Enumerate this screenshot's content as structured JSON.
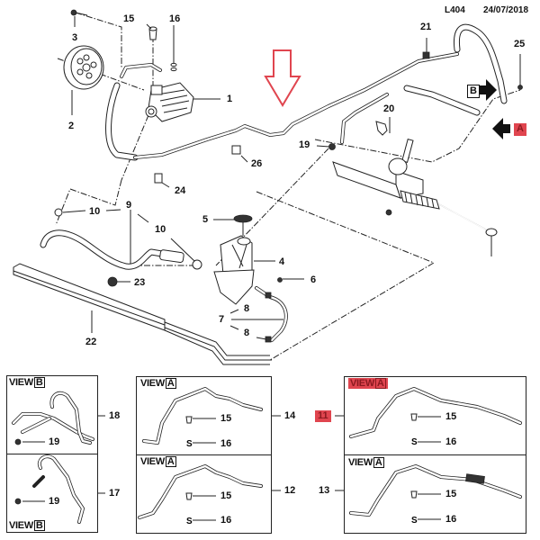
{
  "header": {
    "diagram_code": "L404",
    "date": "24/07/2018"
  },
  "accent_colors": {
    "highlight": "#e0454f",
    "highlight_text": "#8a1a20",
    "arrow_outline": "#e0454f",
    "line": "#222222"
  },
  "main_diagram": {
    "title": "Power steering system exploded view",
    "callouts": {
      "c1": "1",
      "c2": "2",
      "c3": "3",
      "c4": "4",
      "c5": "5",
      "c6": "6",
      "c7": "7",
      "c8a": "8",
      "c8b": "8",
      "c9": "9",
      "c10a": "10",
      "c10b": "10",
      "c15": "15",
      "c16": "16",
      "c19": "19",
      "c20": "20",
      "c21": "21",
      "c22": "22",
      "c23": "23",
      "c24": "24",
      "c25": "25",
      "c26": "26"
    },
    "view_markers": {
      "b": "B",
      "a": "A"
    },
    "parts": [
      {
        "id": "pump",
        "name": "power-steering-pump"
      },
      {
        "id": "pulley",
        "name": "pump-pulley"
      },
      {
        "id": "reservoir",
        "name": "fluid-reservoir"
      },
      {
        "id": "cap",
        "name": "reservoir-cap"
      },
      {
        "id": "cooler",
        "name": "fluid-cooler"
      },
      {
        "id": "rack",
        "name": "steering-rack"
      }
    ],
    "highlight_arrow": "down-arrow-indicator"
  },
  "views": [
    {
      "id": "view-b-18",
      "title_word": "VIEW",
      "title_letter": "B",
      "part_number": "18",
      "sub_parts": [
        "19"
      ],
      "highlighted": false
    },
    {
      "id": "view-b-17",
      "title_word": "VIEW",
      "title_letter": "B",
      "part_number": "17",
      "sub_parts": [
        "19"
      ],
      "highlighted": false
    },
    {
      "id": "view-a-14",
      "title_word": "VIEW",
      "title_letter": "A",
      "part_number": "14",
      "sub_parts": [
        "15",
        "16"
      ],
      "highlighted": false
    },
    {
      "id": "view-a-12",
      "title_word": "VIEW",
      "title_letter": "A",
      "part_number": "12",
      "sub_parts": [
        "15",
        "16"
      ],
      "highlighted": false
    },
    {
      "id": "view-a-11",
      "title_word": "VIEW",
      "title_letter": "A",
      "part_number": "11",
      "sub_parts": [
        "15",
        "16"
      ],
      "highlighted": true
    },
    {
      "id": "view-a-13",
      "title_word": "VIEW",
      "title_letter": "A",
      "part_number": "13",
      "sub_parts": [
        "15",
        "16"
      ],
      "highlighted": false
    }
  ]
}
